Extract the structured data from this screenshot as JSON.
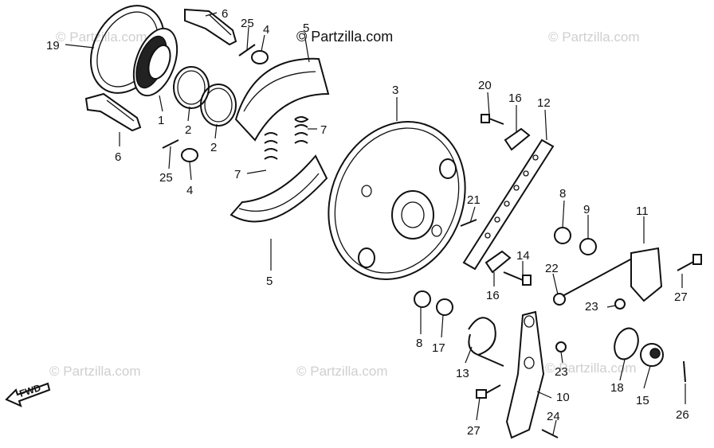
{
  "watermarks": {
    "main": "© Partzilla.com",
    "faint": "© Partzilla.com"
  },
  "fwd_label": "FWD",
  "callouts": {
    "p1": "1",
    "p2a": "2",
    "p2b": "2",
    "p3": "3",
    "p4a": "4",
    "p4b": "4",
    "p5a": "5",
    "p5b": "5",
    "p6a": "6",
    "p6b": "6",
    "p7a": "7",
    "p7b": "7",
    "p8a": "8",
    "p8b": "8",
    "p9": "9",
    "p10": "10",
    "p11": "11",
    "p12": "12",
    "p13": "13",
    "p14": "14",
    "p15": "15",
    "p16a": "16",
    "p16b": "16",
    "p17": "17",
    "p18": "18",
    "p19": "19",
    "p20": "20",
    "p21": "21",
    "p22": "22",
    "p23a": "23",
    "p23b": "23",
    "p24": "24",
    "p25a": "25",
    "p25b": "25",
    "p26": "26",
    "p27a": "27",
    "p27b": "27"
  },
  "colors": {
    "line": "#111111",
    "watermark": "#cfcfcf",
    "background": "#ffffff"
  }
}
